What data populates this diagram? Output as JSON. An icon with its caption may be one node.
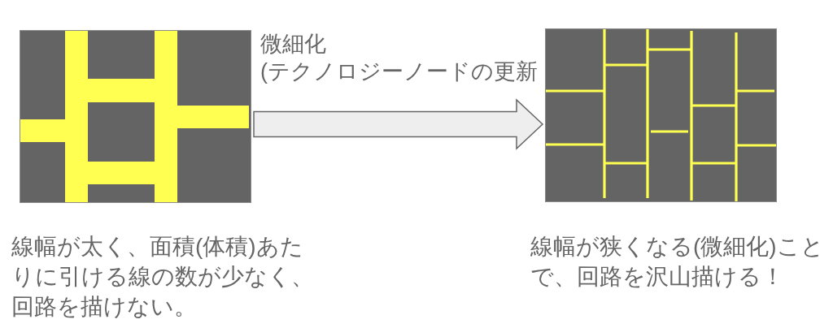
{
  "diagram": {
    "nodes": [
      {
        "text": [],
        "shape": "picture",
        "beside": [
          "線幅が太く、面積(体積)あたりに引ける線の数が少なく、回路を描けない。"
        ]
      },
      {
        "text": [],
        "shape": "picture",
        "beside": [
          "線幅が狭くなる(微細化)ことで、回路を沢山描ける！"
        ]
      }
    ],
    "edges": [
      {
        "from": 0,
        "to": 1,
        "arrow": "to",
        "label": "微細化(テクノロジーノードの更新"
      }
    ]
  }
}
